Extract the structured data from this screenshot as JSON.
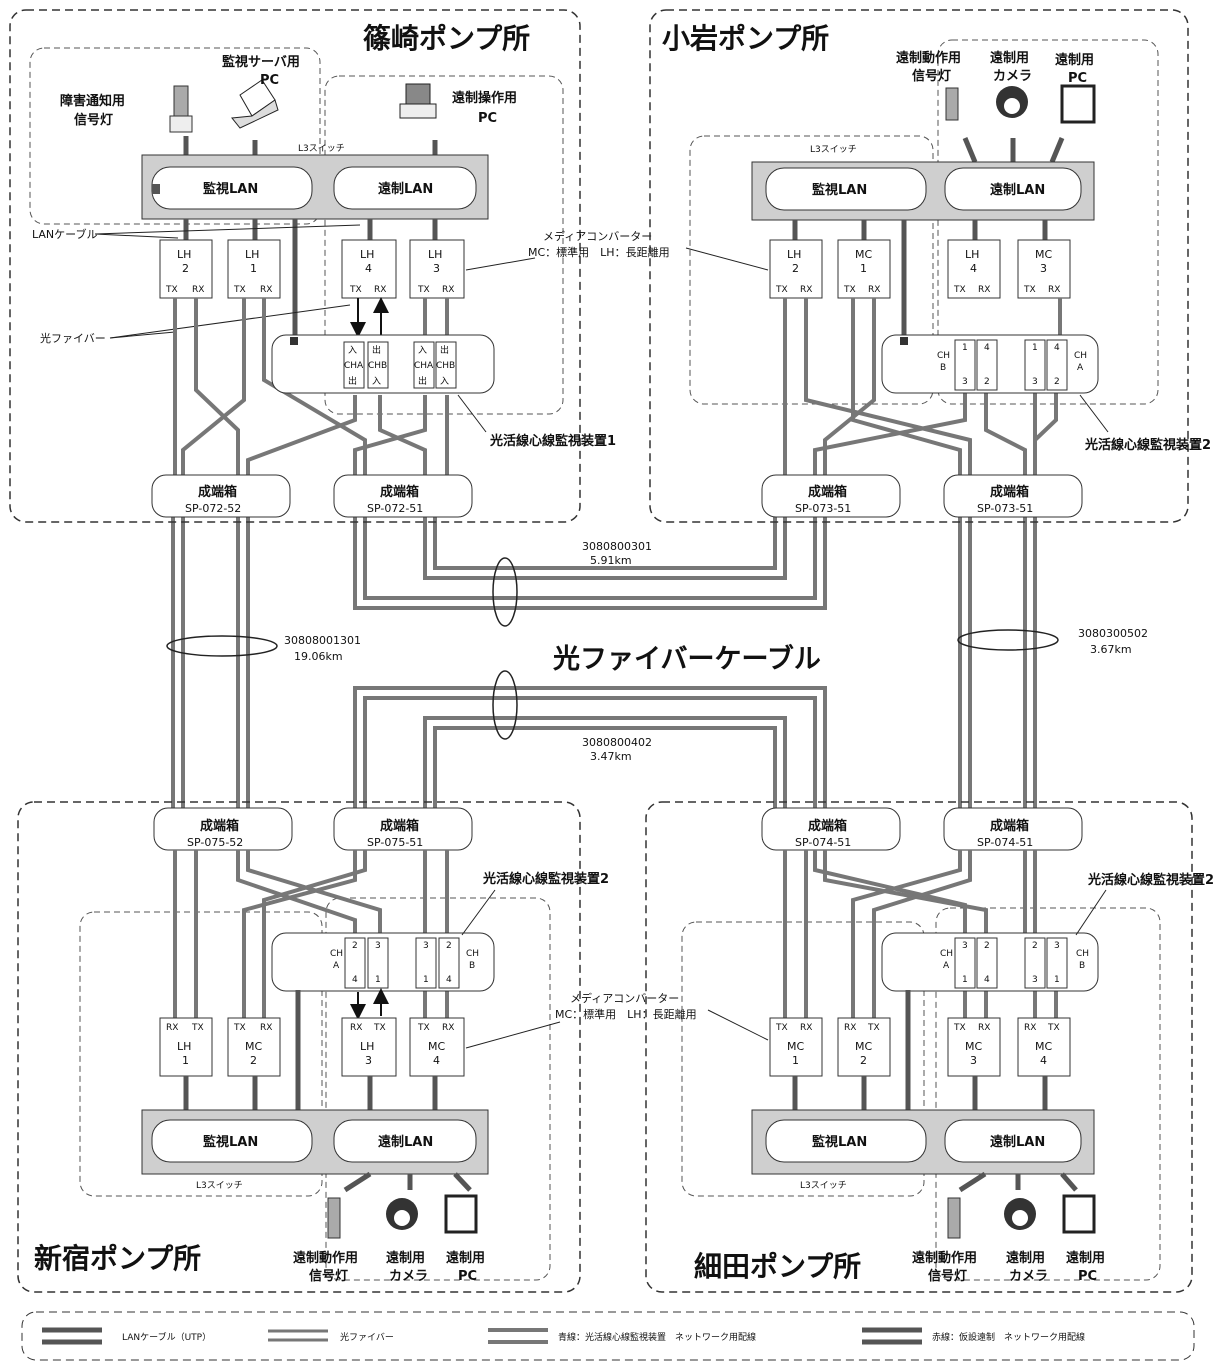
{
  "stations": {
    "shinozaki": {
      "title": "篠崎ポンプ所",
      "alarm_lamp": "障害通知用\n信号灯",
      "monitor_pc": "監視サーバ用\nPC",
      "remote_pc": "遠制操作用\nPC",
      "l3": "L3スイッチ",
      "lan_a": "監視LAN",
      "lan_b": "遠制LAN",
      "lan_cable": "LANケーブル",
      "fiber": "光ファイバー",
      "mc_note": "メディアコンバーター\nMC:標準用　LH:長距離用",
      "monitor_device": "光活線心線監視装置1",
      "conv": [
        {
          "name": "LH\n2",
          "ports": "TX　RX"
        },
        {
          "name": "LH\n1",
          "ports": "TX　RX"
        },
        {
          "name": "LH\n4",
          "ports": "TX　RX"
        },
        {
          "name": "LH\n3",
          "ports": "TX　RX"
        }
      ],
      "box1": {
        "title": "成端箱",
        "id": "SP-072-52"
      },
      "box2": {
        "title": "成端箱",
        "id": "SP-072-51"
      }
    },
    "koiwa": {
      "title": "小岩ポンプ所",
      "lamp": "遠制動作用\n信号灯",
      "camera": "遠制用\nカメラ",
      "pc": "遠制用\nPC",
      "l3": "L3スイッチ",
      "lan_a": "監視LAN",
      "lan_b": "遠制LAN",
      "mc_note": "メディアコンバーター\nMC:標準用　LH:長距離用",
      "monitor_device": "光活線心線監視装置2",
      "conv": [
        {
          "name": "LH\n2",
          "ports": "TX　RX"
        },
        {
          "name": "MC\n1",
          "ports": "TX　RX"
        },
        {
          "name": "LH\n4",
          "ports": "TX　RX"
        },
        {
          "name": "MC\n3",
          "ports": "TX　RX"
        }
      ],
      "box1": {
        "title": "成端箱",
        "id": "SP-073-51"
      },
      "box2": {
        "title": "成端箱",
        "id": "SP-073-51"
      }
    },
    "shinjuku": {
      "title": "新宿ポンプ所",
      "lamp": "遠制動作用\n信号灯",
      "camera": "遠制用\nカメラ",
      "pc": "遠制用\nPC",
      "l3": "L3スイッチ",
      "lan_a": "監視LAN",
      "lan_b": "遠制LAN",
      "mc_note": "メディアコンバーター\nMC:標準用　LH:長距離用",
      "monitor_device": "光活線心線監視装置2",
      "conv": [
        {
          "name": "LH\n1",
          "ports": "RX　TX"
        },
        {
          "name": "MC\n2",
          "ports": "TX　RX"
        },
        {
          "name": "LH\n3",
          "ports": "RX　TX"
        },
        {
          "name": "MC\n4",
          "ports": "TX　RX"
        }
      ],
      "box1": {
        "title": "成端箱",
        "id": "SP-075-52"
      },
      "box2": {
        "title": "成端箱",
        "id": "SP-075-51"
      }
    },
    "hosoda": {
      "title": "細田ポンプ所",
      "lamp": "遠制動作用\n信号灯",
      "camera": "遠制用\nカメラ",
      "pc": "遠制用\nPC",
      "l3": "L3スイッチ",
      "lan_a": "監視LAN",
      "lan_b": "遠制LAN",
      "monitor_device": "光活線心線監視装置2",
      "conv": [
        {
          "name": "MC\n1",
          "ports": "TX　RX"
        },
        {
          "name": "MC\n2",
          "ports": "RX　TX"
        },
        {
          "name": "MC\n3",
          "ports": "TX　RX"
        },
        {
          "name": "MC\n4",
          "ports": "RX　TX"
        }
      ],
      "box1": {
        "title": "成端箱",
        "id": "SP-074-51"
      },
      "box2": {
        "title": "成端箱",
        "id": "SP-074-51"
      }
    }
  },
  "cables": {
    "title": "光ファイバーケーブル",
    "c1": {
      "id": "3080800301",
      "len": "5.91km"
    },
    "c2": {
      "id": "30808001301",
      "len": "19.06km"
    },
    "c3": {
      "id": "3080300502",
      "len": "3.67km"
    },
    "c4": {
      "id": "3080800402",
      "len": "3.47km"
    }
  },
  "legend": {
    "utp": "LANケーブル（UTP）",
    "fiber": "光ファイバー",
    "blue": "青線：光活線心線監視装置　ネットワーク用配線",
    "red": "赤線：仮設遠制　ネットワーク用配線"
  },
  "colors": {
    "line": "#555555",
    "fiber": "#7a7a7a",
    "lan_bg": "#cfcfcf",
    "border": "#333333"
  }
}
